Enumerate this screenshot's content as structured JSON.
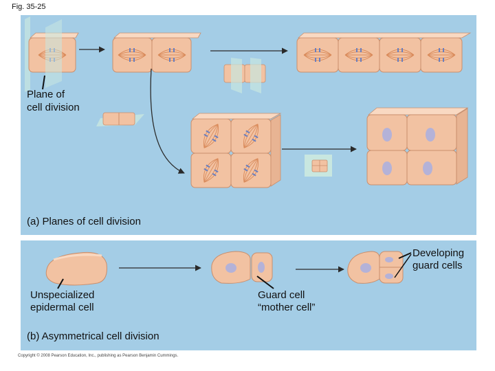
{
  "figure": {
    "label": "Fig. 35-25"
  },
  "panel_a": {
    "plane_label_line1": "Plane of",
    "plane_label_line2": "cell division",
    "caption": "(a) Planes of cell division"
  },
  "panel_b": {
    "left_label_line1": "Unspecialized",
    "left_label_line2": "epidermal cell",
    "mid_label_line1": "Guard cell",
    "mid_label_line2": "“mother cell”",
    "right_label_line1": "Developing",
    "right_label_line2": "guard cells",
    "caption": "(b) Asymmetrical cell division"
  },
  "footer": {
    "copyright": "Copyright © 2008 Pearson Education, Inc., publishing as Pearson Benjamin Cummings."
  },
  "colors": {
    "panel_background": "#a4cde6",
    "cell_fill": "#f2c2a2",
    "cell_top": "#f9d9c2",
    "cell_edge": "#c98e6c",
    "nucleus": "#b4b2d8",
    "spindle": "#d98a5a",
    "chromosome": "#6a7fbf",
    "plane": "#c8e7e0"
  }
}
